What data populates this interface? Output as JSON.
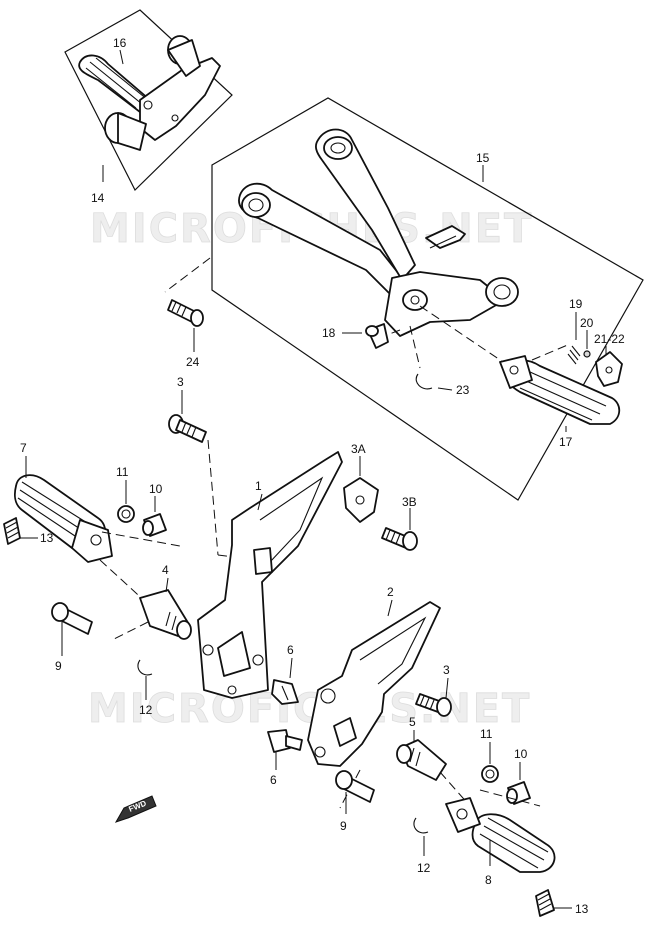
{
  "watermark": "MICROFICHES.NET",
  "fwd_label": "FWD",
  "callouts": {
    "c1": "1",
    "c2": "2",
    "c3a": "3",
    "c3b": "3",
    "c3A": "3A",
    "c3B": "3B",
    "c4": "4",
    "c5": "5",
    "c6a": "6",
    "c6b": "6",
    "c7": "7",
    "c8": "8",
    "c9a": "9",
    "c9b": "9",
    "c10a": "10",
    "c10b": "10",
    "c11a": "11",
    "c11b": "11",
    "c12a": "12",
    "c12b": "12",
    "c13a": "13",
    "c13b": "13",
    "c14": "14",
    "c15": "15",
    "c16": "16",
    "c17": "17",
    "c18": "18",
    "c19": "19",
    "c20": "20",
    "c2122": "21-22",
    "c23": "23",
    "c24": "24"
  }
}
